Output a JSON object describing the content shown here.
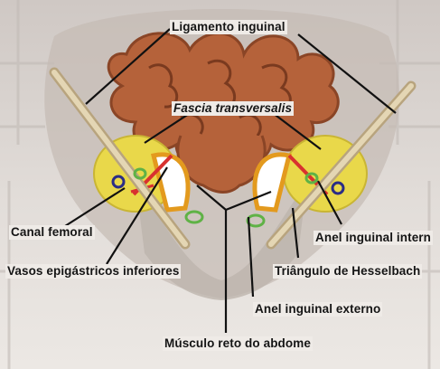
{
  "labels": {
    "ligamento_inguinal": "Ligamento inguinal",
    "fascia_transversalis": "Fascia transversalis",
    "canal_femoral": "Canal femoral",
    "vasos_epigastricos": "Vasos epigástricos inferiores",
    "anel_inguinal_interno": "Anel inguinal intern",
    "triangulo_hesselbach": "Triângulo de Hesselbach",
    "anel_inguinal_externo": "Anel inguinal externo",
    "musculo_reto": "Músculo reto do abdome"
  },
  "colors": {
    "background": "#d8d3ce",
    "intestine": "#b5623a",
    "intestine_shadow": "#8a4526",
    "yellow_region": "#e9d84a",
    "orange_border": "#e39a1e",
    "ligament": "#d9c8a3",
    "vessel_red": "#d8312f",
    "ring_blue": "#2b2d86",
    "green_ring": "#5fb246",
    "label_line": "#111111"
  },
  "icons": {
    "green_rings": "green-ring-icon",
    "blue_rings": "blue-ring-icon"
  }
}
